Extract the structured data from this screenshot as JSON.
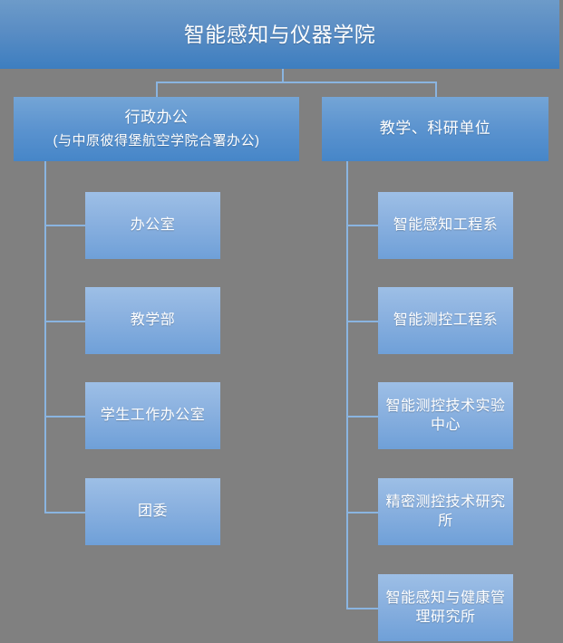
{
  "colors": {
    "background": "#808080",
    "connector": "#8ab4e0",
    "root_gradient_top": "#6d9bc9",
    "root_gradient_bottom": "#3d7ec0",
    "level1_gradient_top": "#74a5d6",
    "level1_gradient_bottom": "#4686c8",
    "level2_gradient_top": "#9dbfe6",
    "level2_gradient_bottom": "#6fa0d8",
    "text": "#ffffff"
  },
  "chart_data": {
    "type": "diagram",
    "title": "智能感知与仪器学院",
    "orientation": "top-down organizational tree",
    "levels": 3
  },
  "root": {
    "label": "智能感知与仪器学院"
  },
  "branches": [
    {
      "id": "administration",
      "label": "行政办公",
      "sub_label": "（与中原彼得堡航空学院合署办公）",
      "line1": "行政办公",
      "line2": "(与中原彼得堡航空学院合署办公)",
      "children": [
        {
          "label": "办公室"
        },
        {
          "label": "教学部"
        },
        {
          "label": "学生工作办公室"
        },
        {
          "label": "团委"
        }
      ]
    },
    {
      "id": "academic",
      "label": "教学、科研单位",
      "children": [
        {
          "label": "智能感知工程系"
        },
        {
          "label": "智能测控工程系"
        },
        {
          "label": "智能测控技术实验中心"
        },
        {
          "label": "精密测控技术研究所"
        },
        {
          "label": "智能感知与健康管理研究所"
        }
      ]
    }
  ]
}
